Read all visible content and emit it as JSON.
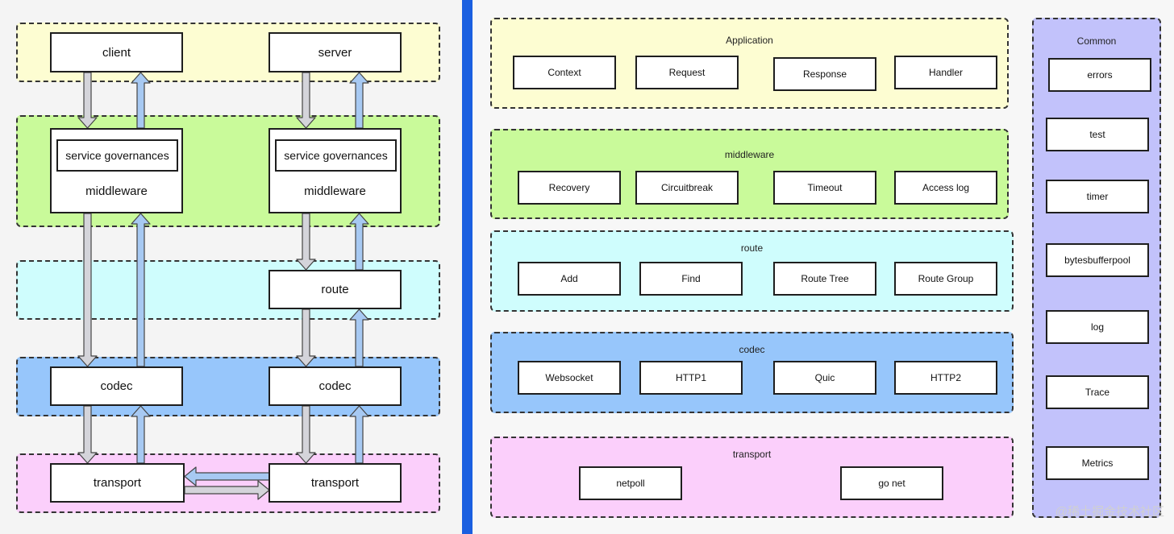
{
  "left": {
    "client": "client",
    "server": "server",
    "service_governances": "service governances",
    "middleware": "middleware",
    "route": "route",
    "codec": "codec",
    "transport": "transport"
  },
  "right": {
    "application": {
      "title": "Application",
      "items": [
        "Context",
        "Request",
        "Response",
        "Handler"
      ]
    },
    "middleware": {
      "title": "middleware",
      "items": [
        "Recovery",
        "Circuitbreak",
        "Timeout",
        "Access log"
      ]
    },
    "route": {
      "title": "route",
      "items": [
        "Add",
        "Find",
        "Route Tree",
        "Route Group"
      ]
    },
    "codec": {
      "title": "codec",
      "items": [
        "Websocket",
        "HTTP1",
        "Quic",
        "HTTP2"
      ]
    },
    "transport": {
      "title": "transport",
      "items": [
        "netpoll",
        "go net"
      ]
    },
    "common": {
      "title": "Common",
      "items": [
        "errors",
        "test",
        "timer",
        "bytesbufferpool",
        "log",
        "Trace",
        "Metrics"
      ]
    }
  },
  "watermark": "@稀土掘金技术社区",
  "colors": {
    "yellow": "#fdfdd2",
    "green": "#c9fa9a",
    "cyan": "#cffdfd",
    "blue": "#97c6fb",
    "pink": "#fbcffb",
    "purple": "#c2c2fb",
    "divider": "#1a5fe0",
    "arrow_down": "#d4d4da",
    "arrow_up": "#a7c9f2"
  }
}
